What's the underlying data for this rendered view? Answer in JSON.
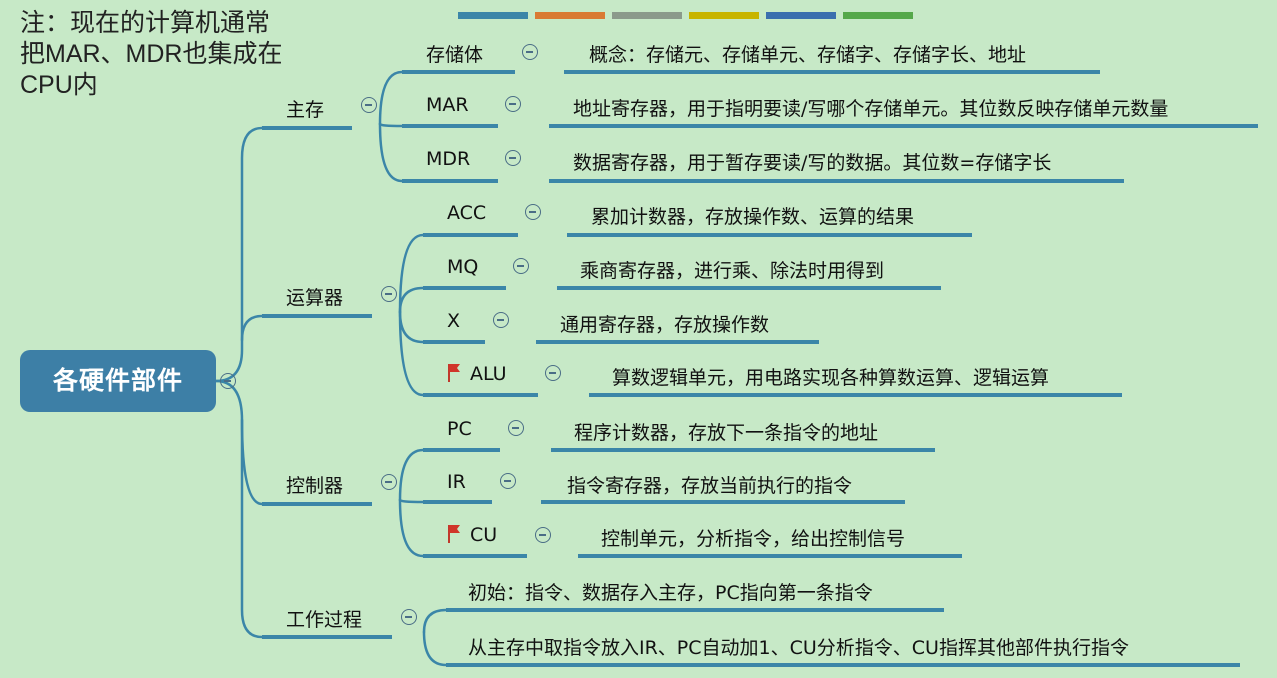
{
  "note": "注：现在的计算机通常把MAR、MDR也集成在CPU内",
  "palette_colors": [
    "#3b86a8",
    "#d97a33",
    "#8b9a8b",
    "#c8b400",
    "#3a6fae",
    "#55a84a"
  ],
  "line_color": "#3b86a8",
  "root": {
    "label": "各硬件部件"
  },
  "branches": {
    "main_memory": {
      "label": "主存",
      "storage": {
        "label": "存储体",
        "desc": "概念：存储元、存储单元、存储字、存储字长、地址"
      },
      "mar": {
        "label": "MAR",
        "desc": "地址寄存器，用于指明要读/写哪个存储单元。其位数反映存储单元数量"
      },
      "mdr": {
        "label": "MDR",
        "desc": "数据寄存器，用于暂存要读/写的数据。其位数=存储字长"
      }
    },
    "alu_unit": {
      "label": "运算器",
      "acc": {
        "label": "ACC",
        "desc": "累加计数器，存放操作数、运算的结果"
      },
      "mq": {
        "label": "MQ",
        "desc": "乘商寄存器，进行乘、除法时用得到"
      },
      "x": {
        "label": "X",
        "desc": "通用寄存器，存放操作数"
      },
      "alu": {
        "label": "ALU",
        "desc": "算数逻辑单元，用电路实现各种算数运算、逻辑运算"
      }
    },
    "controller": {
      "label": "控制器",
      "pc": {
        "label": "PC",
        "desc": "程序计数器，存放下一条指令的地址"
      },
      "ir": {
        "label": "IR",
        "desc": "指令寄存器，存放当前执行的指令"
      },
      "cu": {
        "label": "CU",
        "desc": "控制单元，分析指令，给出控制信号"
      }
    },
    "work_process": {
      "label": "工作过程",
      "step1": "初始：指令、数据存入主存，PC指向第一条指令",
      "step2": "从主存中取指令放入IR、PC自动加1、CU分析指令、CU指挥其他部件执行指令"
    }
  }
}
